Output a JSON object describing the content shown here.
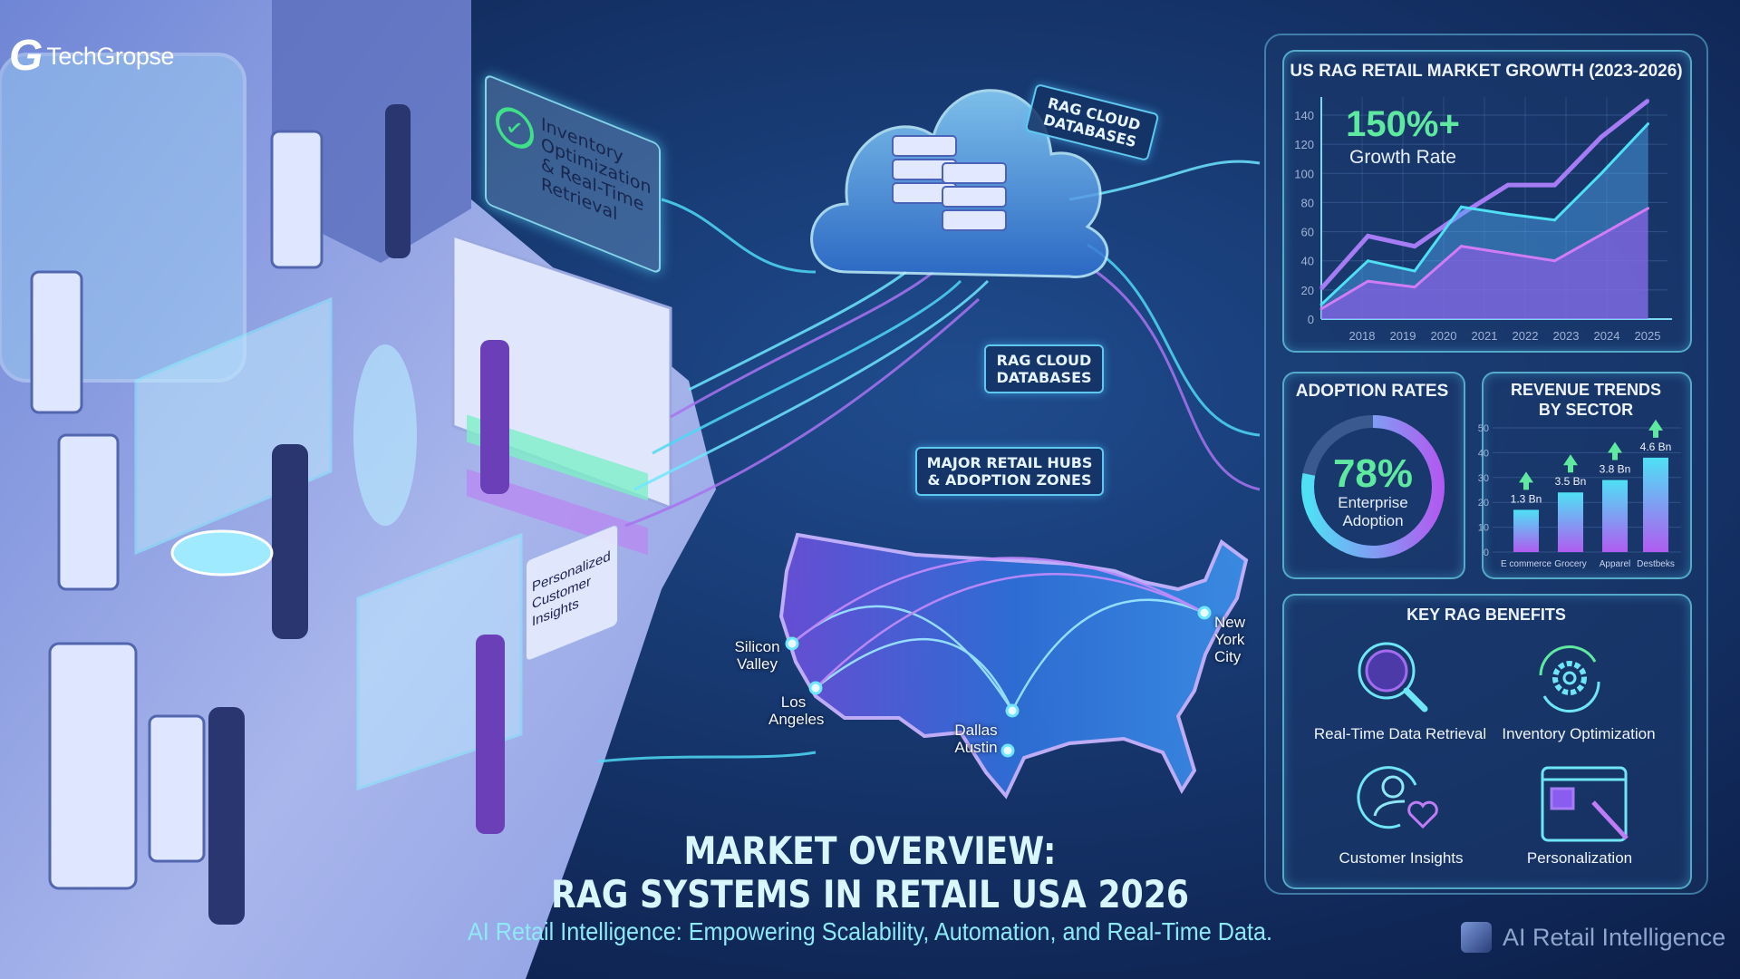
{
  "logo": {
    "mark": "G",
    "name": "TechGropse"
  },
  "illustration": {
    "inventory_panel": "Inventory Optimization & Real-Time Retrieval",
    "personalized_panel": "Personalized Customer Insights"
  },
  "cloud": {
    "label_top": "RAG CLOUD DATABASES",
    "label_mid": "RAG CLOUD DATABASES",
    "hubs_label": "MAJOR RETAIL HUBS & ADOPTION ZONES"
  },
  "map": {
    "cities": [
      {
        "name": "Silicon Valley"
      },
      {
        "name": "Los Angeles"
      },
      {
        "name": "Dallas Austin"
      },
      {
        "name": "New York City"
      }
    ]
  },
  "headline": {
    "line1": "MARKET OVERVIEW:",
    "line2": "RAG SYSTEMS IN RETAIL USA 2026",
    "subtitle": "AI Retail Intelligence: Empowering Scalability, Automation, and Real-Time Data."
  },
  "footer_brand": "AI Retail Intelligence",
  "colors": {
    "accent_cyan": "#4fd8f5",
    "accent_purple": "#a66bf0",
    "accent_green": "#5ee8a0",
    "background": "#0d1f4a"
  },
  "adoption": {
    "title": "ADOPTION RATES",
    "value": "78%",
    "fraction": 0.78,
    "caption_1": "Enterprise",
    "caption_2": "Adoption"
  },
  "benefits": {
    "title": "KEY RAG BENEFITS",
    "items": [
      {
        "label": "Real-Time Data Retrieval",
        "icon": "brain-magnifier-icon"
      },
      {
        "label": "Inventory Optimization",
        "icon": "gear-cycle-icon"
      },
      {
        "label": "Customer Insights",
        "icon": "user-heart-icon"
      },
      {
        "label": "Personalization",
        "icon": "magic-wand-window-icon"
      }
    ]
  },
  "chart_data": [
    {
      "type": "area",
      "title": "US RAG RETAIL MARKET GROWTH (2023-2026)",
      "callout_value": "150%+",
      "callout_label": "Growth Rate",
      "categories": [
        "2018",
        "2019",
        "2020",
        "2021",
        "2022",
        "2023",
        "2024",
        "2025"
      ],
      "yticks": [
        "0",
        "20",
        "40",
        "60",
        "80",
        "100",
        "120",
        "140"
      ],
      "ylim": [
        0,
        140
      ],
      "grid": true,
      "series": [
        {
          "values": [
            21,
            57,
            50,
            72,
            92,
            92,
            125,
            150
          ]
        },
        {
          "values": [
            10,
            40,
            33,
            77,
            72,
            68,
            100,
            134
          ]
        },
        {
          "values": [
            7,
            26,
            22,
            50,
            45,
            40,
            58,
            76
          ]
        }
      ]
    },
    {
      "type": "bar",
      "title": "REVENUE TRENDS BY SECTOR",
      "categories": [
        "E commerce",
        "Grocery",
        "Apparel",
        "Destbeks"
      ],
      "values": [
        17,
        24,
        29,
        38
      ],
      "data_labels": [
        "1.3 Bn",
        "3.5 Bn",
        "3.8 Bn",
        "4.6 Bn"
      ],
      "yticks": [
        "0",
        "10",
        "20",
        "30",
        "40",
        "50"
      ],
      "ylim": [
        0,
        50
      ],
      "grid": true
    }
  ]
}
